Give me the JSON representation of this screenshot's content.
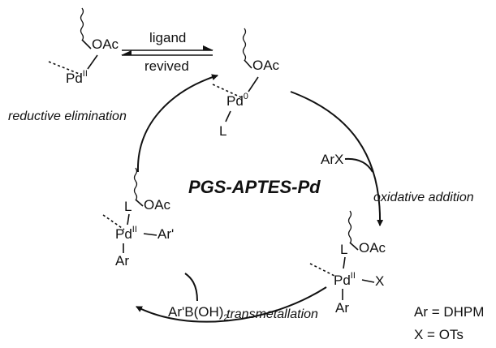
{
  "catalyst_name": "PGS-APTES-Pd",
  "equilibrium": {
    "top_label": "ligand",
    "bottom_label": "revived"
  },
  "species": {
    "inactive": {
      "oac": "OAc",
      "pd": "Pd",
      "ox": "II"
    },
    "pd0": {
      "oac": "OAc",
      "pd": "Pd",
      "ox": "0",
      "ligand": "L"
    },
    "pd_arx": {
      "oac": "OAc",
      "ligand": "L",
      "pd": "Pd",
      "ox": "II",
      "x": "X",
      "ar": "Ar"
    },
    "pd_arar": {
      "oac": "OAc",
      "ligand": "L",
      "pd": "Pd",
      "ox": "II",
      "ar_prime": "Ar'",
      "ar": "Ar"
    }
  },
  "steps": {
    "reductive_elimination": "reductive elimination",
    "oxidative_addition": "oxidative addition",
    "transmetallation": "transmetallation"
  },
  "reagents": {
    "arx": "ArX",
    "boronic_acid": "Ar'B(OH)",
    "boronic_sub": "2"
  },
  "legend": {
    "ar": "Ar = DHPM",
    "x": "X = OTs"
  }
}
